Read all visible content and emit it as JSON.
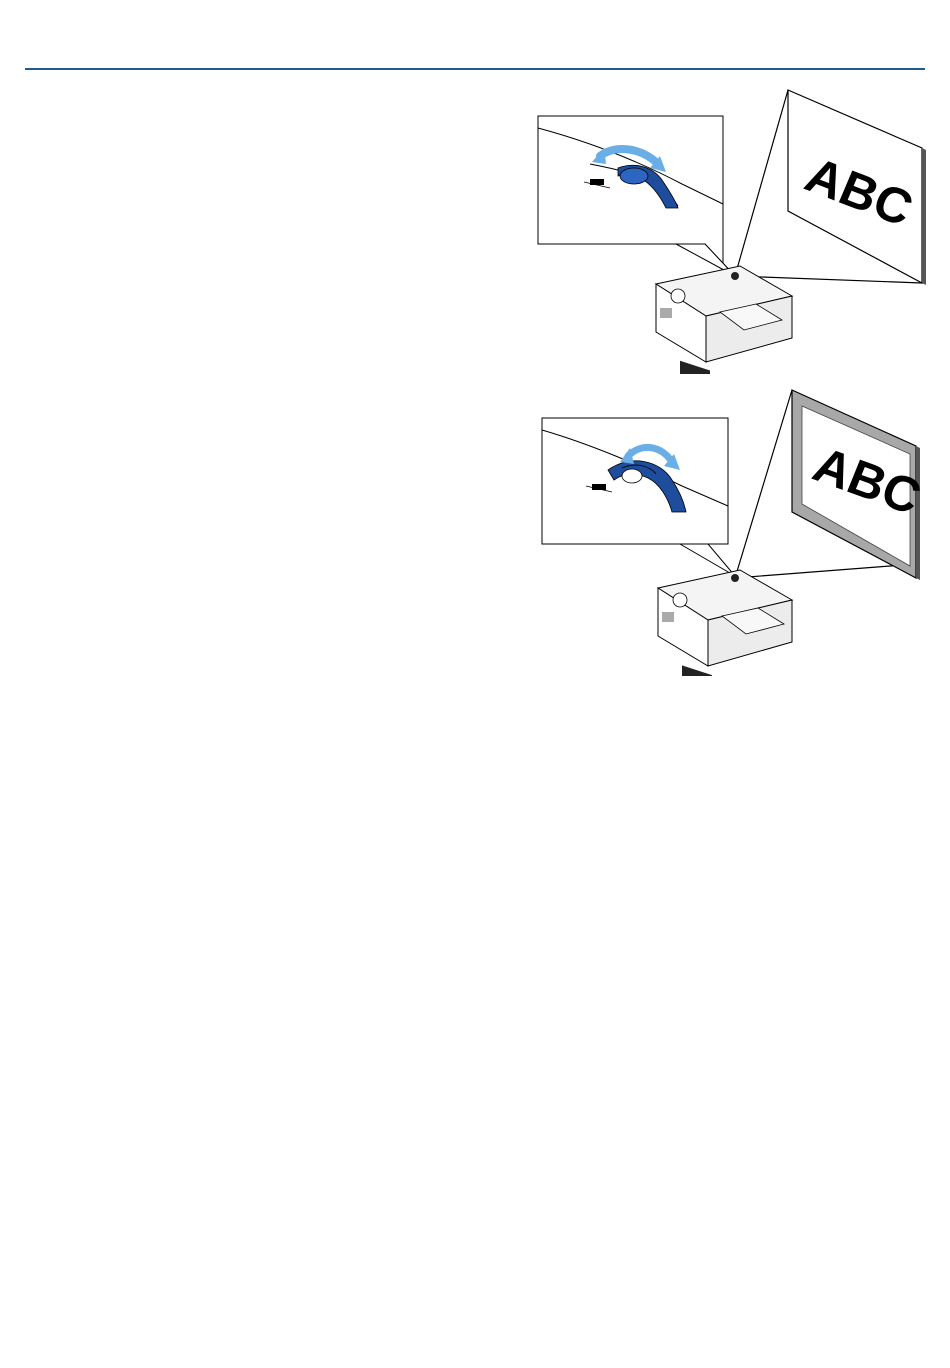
{
  "page": {
    "header_rule_color": "#1f5a93"
  },
  "figures": [
    {
      "id": "focus-ring-figure",
      "screen_text": "ABC",
      "accent_color": "#3a8ad4",
      "screen_style": "sharp"
    },
    {
      "id": "zoom-lever-figure",
      "screen_text": "ABC",
      "accent_color": "#2459a8",
      "screen_style": "bordered"
    }
  ]
}
